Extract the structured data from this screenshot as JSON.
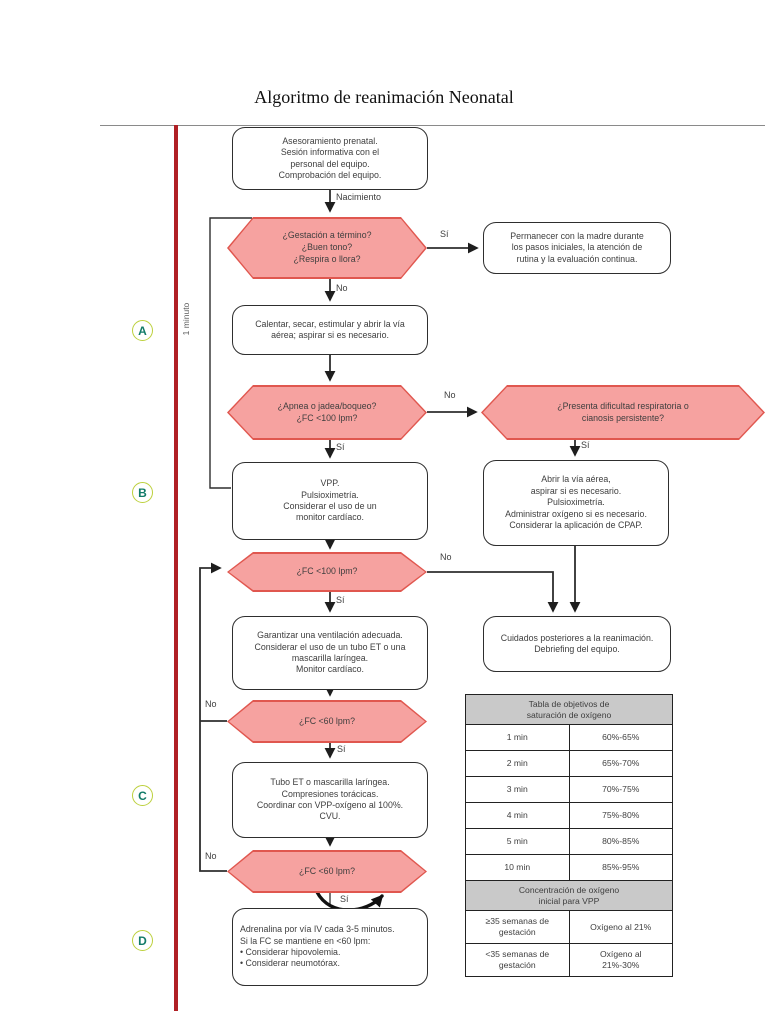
{
  "title": "Algoritmo de reanimación Neonatal",
  "sidebar": {
    "markers": [
      "A",
      "B",
      "C",
      "D"
    ],
    "minute_label": "1 minuto"
  },
  "nodes": {
    "prenatal": "Asesoramiento prenatal.\nSesión informativa con el\npersonal del equipo.\nComprobación del equipo.",
    "gestacion": "¿Gestación a término?\n¿Buen tono?\n¿Respira o llora?",
    "madre": "Permanecer con la madre durante\nlos pasos iniciales, la atención de\nrutina y la evaluación continua.",
    "calentar": "Calentar, secar, estimular y abrir la vía\naérea; aspirar si es necesario.",
    "apnea": "¿Apnea o jadea/boqueo?\n¿FC <100 lpm?",
    "dificultad": "¿Presenta dificultad respiratoria o\ncianosis persistente?",
    "vpp": "VPP.\nPulsioximetría.\nConsiderar el uso de un\nmonitor cardíaco.",
    "abrir": "Abrir la vía aérea,\naspirar si es necesario.\nPulsioximetría.\nAdministrar oxígeno si es necesario.\nConsiderar la aplicación de CPAP.",
    "fc100": "¿FC <100 lpm?",
    "garantizar": "Garantizar una ventilación adecuada.\nConsiderar el uso de un tubo ET o una\nmascarilla laríngea.\nMonitor cardíaco.",
    "cuidados": "Cuidados posteriores a la reanimación.\nDebriefing del equipo.",
    "fc60_1": "¿FC <60 lpm?",
    "tubo": "Tubo ET o mascarilla laríngea.\nCompresiones torácicas.\nCoordinar con VPP-oxígeno al 100%.\nCVU.",
    "fc60_2": "¿FC <60 lpm?",
    "adrenalina": "Adrenalina por vía IV cada 3-5 minutos.\nSi la FC se mantiene en <60 lpm:\n• Considerar hipovolemia.\n• Considerar neumotórax."
  },
  "edge_labels": {
    "nacimiento": "Nacimiento",
    "gestacion_si": "Sí",
    "gestacion_no": "No",
    "apnea_no": "No",
    "apnea_si": "Sí",
    "dificultad_si": "Sí",
    "fc100_no": "No",
    "fc100_si": "Sí",
    "fc60_1_no": "No",
    "fc60_1_si": "Sí",
    "fc60_2_no": "No",
    "fc60_2_si": "Sí"
  },
  "tables": {
    "saturation": {
      "header": "Tabla de objetivos de\nsaturación de oxígeno",
      "rows": [
        {
          "time": "1 min",
          "value": "60%-65%"
        },
        {
          "time": "2 min",
          "value": "65%-70%"
        },
        {
          "time": "3 min",
          "value": "70%-75%"
        },
        {
          "time": "4 min",
          "value": "75%-80%"
        },
        {
          "time": "5 min",
          "value": "80%-85%"
        },
        {
          "time": "10 min",
          "value": "85%-95%"
        }
      ]
    },
    "oxygen": {
      "header": "Concentración de oxígeno\ninicial para VPP",
      "rows": [
        {
          "label": "≥35 semanas de\ngestación",
          "value": "Oxígeno al 21%"
        },
        {
          "label": "<35 semanas de\ngestación",
          "value": "Oxígeno al\n21%-30%"
        }
      ]
    }
  },
  "colors": {
    "hex_fill": "#F6A2A0",
    "hex_border": "#E0574F",
    "timeline_red": "#B02025",
    "marker_ring": "#BCD03C",
    "marker_letter": "#117A68",
    "table_header_bg": "#C9C9C9"
  }
}
